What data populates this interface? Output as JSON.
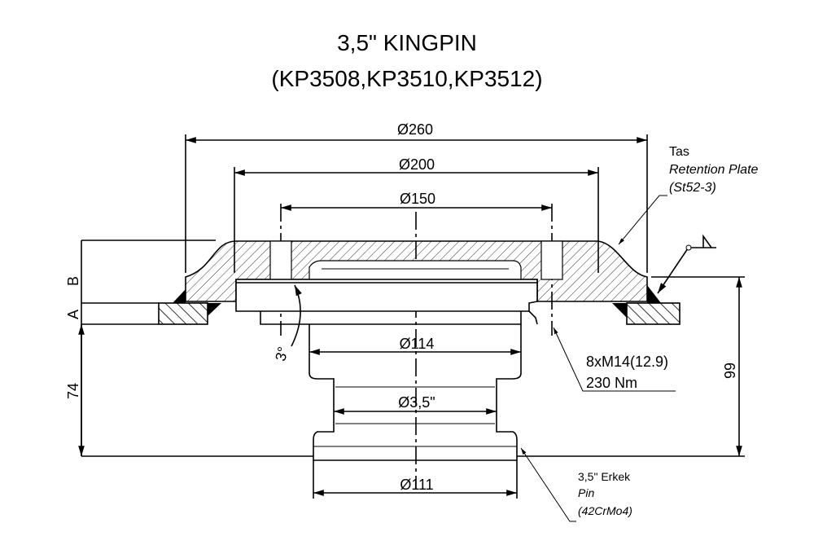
{
  "title": {
    "line1": "3,5\" KINGPIN",
    "line2": "(KP3508,KP3510,KP3512)"
  },
  "dimensions": {
    "d260": "Ø260",
    "d200": "Ø200",
    "d150": "Ø150",
    "d114": "Ø114",
    "d35": "Ø3,5\"",
    "d111": "Ø111",
    "h74": "74",
    "h99": "99",
    "angle": "3°",
    "a": "A",
    "b": "B"
  },
  "labels": {
    "plate": {
      "line1": "Tas",
      "line2": "Retention Plate",
      "line3": "(St52-3)"
    },
    "bolts": {
      "line1": "8xM14(12.9)",
      "line2": "230 Nm"
    },
    "pin": {
      "line1": "3,5\" Erkek",
      "line2": "Pin",
      "line3": "(42CrMo4)"
    }
  }
}
